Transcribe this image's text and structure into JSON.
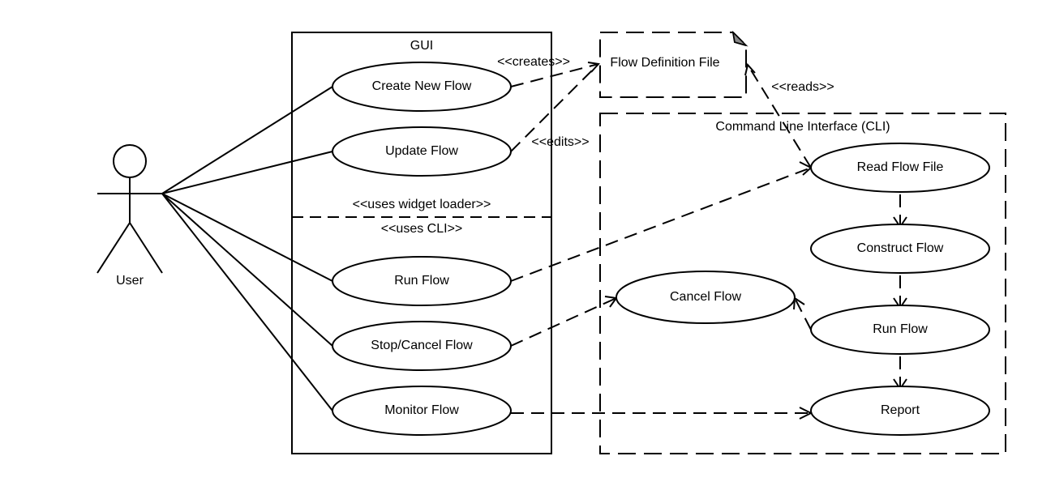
{
  "colors": {
    "stroke": "#000000",
    "background": "#ffffff"
  },
  "actor": {
    "label": "User"
  },
  "gui_boundary": {
    "title": "GUI",
    "divider_top_label": "<<uses widget loader>>",
    "divider_bottom_label": "<<uses CLI>>",
    "use_cases": {
      "create_new_flow": "Create New Flow",
      "update_flow": "Update Flow",
      "run_flow": "Run Flow",
      "stop_cancel_flow": "Stop/Cancel Flow",
      "monitor_flow": "Monitor Flow"
    }
  },
  "artifact": {
    "label": "Flow Definition File"
  },
  "cli_boundary": {
    "title": "Command Line Interface (CLI)",
    "use_cases": {
      "read_flow_file": "Read Flow File",
      "construct_flow": "Construct Flow",
      "cancel_flow": "Cancel Flow",
      "run_flow": "Run Flow",
      "report": "Report"
    }
  },
  "relations": {
    "creates": "<<creates>>",
    "edits": "<<edits>>",
    "reads": "<<reads>>"
  }
}
